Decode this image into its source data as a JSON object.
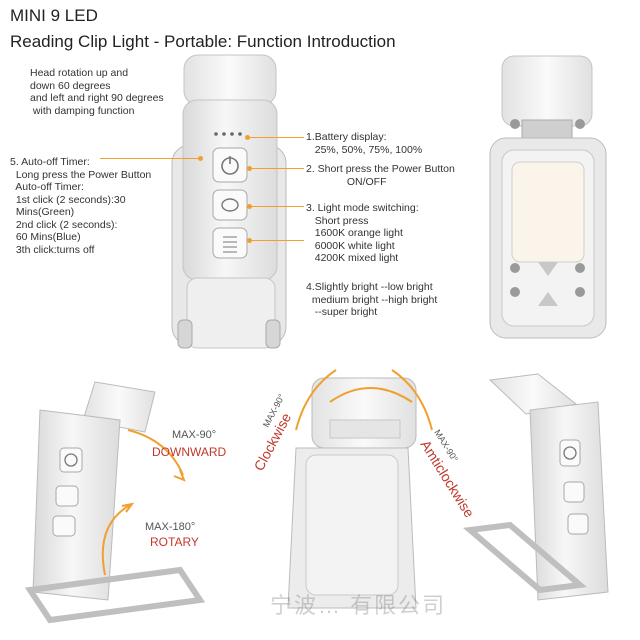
{
  "header": {
    "line1": "MINI 9 LED",
    "line2": "Reading Clip Light - Portable: Function Introduction"
  },
  "notes": {
    "head_rotation": "Head rotation up and\ndown 60 degrees\nand left and right 90 degrees\n with damping function",
    "battery": "1.Battery display:\n   25%, 50%, 75%, 100%",
    "power": "2. Short press the Power Button\n              ON/OFF",
    "mode": "3. Light mode switching:\n   Short press\n   1600K orange light\n   6000K white light\n   4200K mixed light",
    "brightness": "4.Slightly bright --low bright\n  medium bright --high bright\n   --super bright",
    "timer": "5. Auto-off Timer:\n  Long press the Power Button\n  Auto-off Timer:\n  1st click (2 seconds):30\n  Mins(Green)\n  2nd click (2 seconds):\n  60 Mins(Blue)\n  3th click:turns off"
  },
  "labels": {
    "max90": "MAX-90°",
    "downward": "DOWNWARD",
    "max180": "MAX-180°",
    "rotary": "ROTARY",
    "max90_cw": "MAX-90°",
    "clockwise": "Clockwise",
    "max90_acw": "MAX-90°",
    "anticlockwise": "Amticlockwise"
  },
  "watermark": "宁波… 有限公司",
  "colors": {
    "accent": "#f0a030",
    "label_red": "#c0392b",
    "device_body": "#ececec"
  }
}
